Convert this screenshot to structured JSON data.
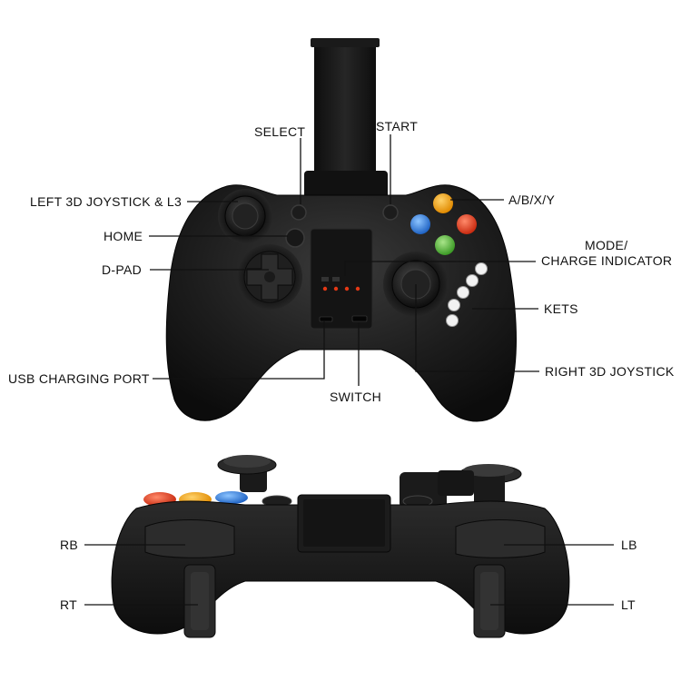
{
  "top_view_labels": {
    "select": "SELECT",
    "start": "START",
    "left_joystick": "LEFT 3D JOYSTICK & L3",
    "abxy": "A/B/X/Y",
    "home": "HOME",
    "mode_line1": "MODE/",
    "mode_line2": "CHARGE INDICATOR",
    "dpad": "D-PAD",
    "kets": "KETS",
    "usb_port": "USB CHARGING PORT",
    "right_joystick": "RIGHT 3D JOYSTICK",
    "switch": "SWITCH"
  },
  "back_view_labels": {
    "rb": "RB",
    "lb": "LB",
    "rt": "RT",
    "lt": "LT"
  },
  "colors": {
    "button_yellow": "#f39c12",
    "button_red": "#e53915",
    "button_blue": "#2f7fe0",
    "button_green": "#55b53a",
    "body": "#1b1b1b",
    "line": "#111111"
  },
  "icons": [
    "gamepad-front-image",
    "gamepad-back-image"
  ]
}
